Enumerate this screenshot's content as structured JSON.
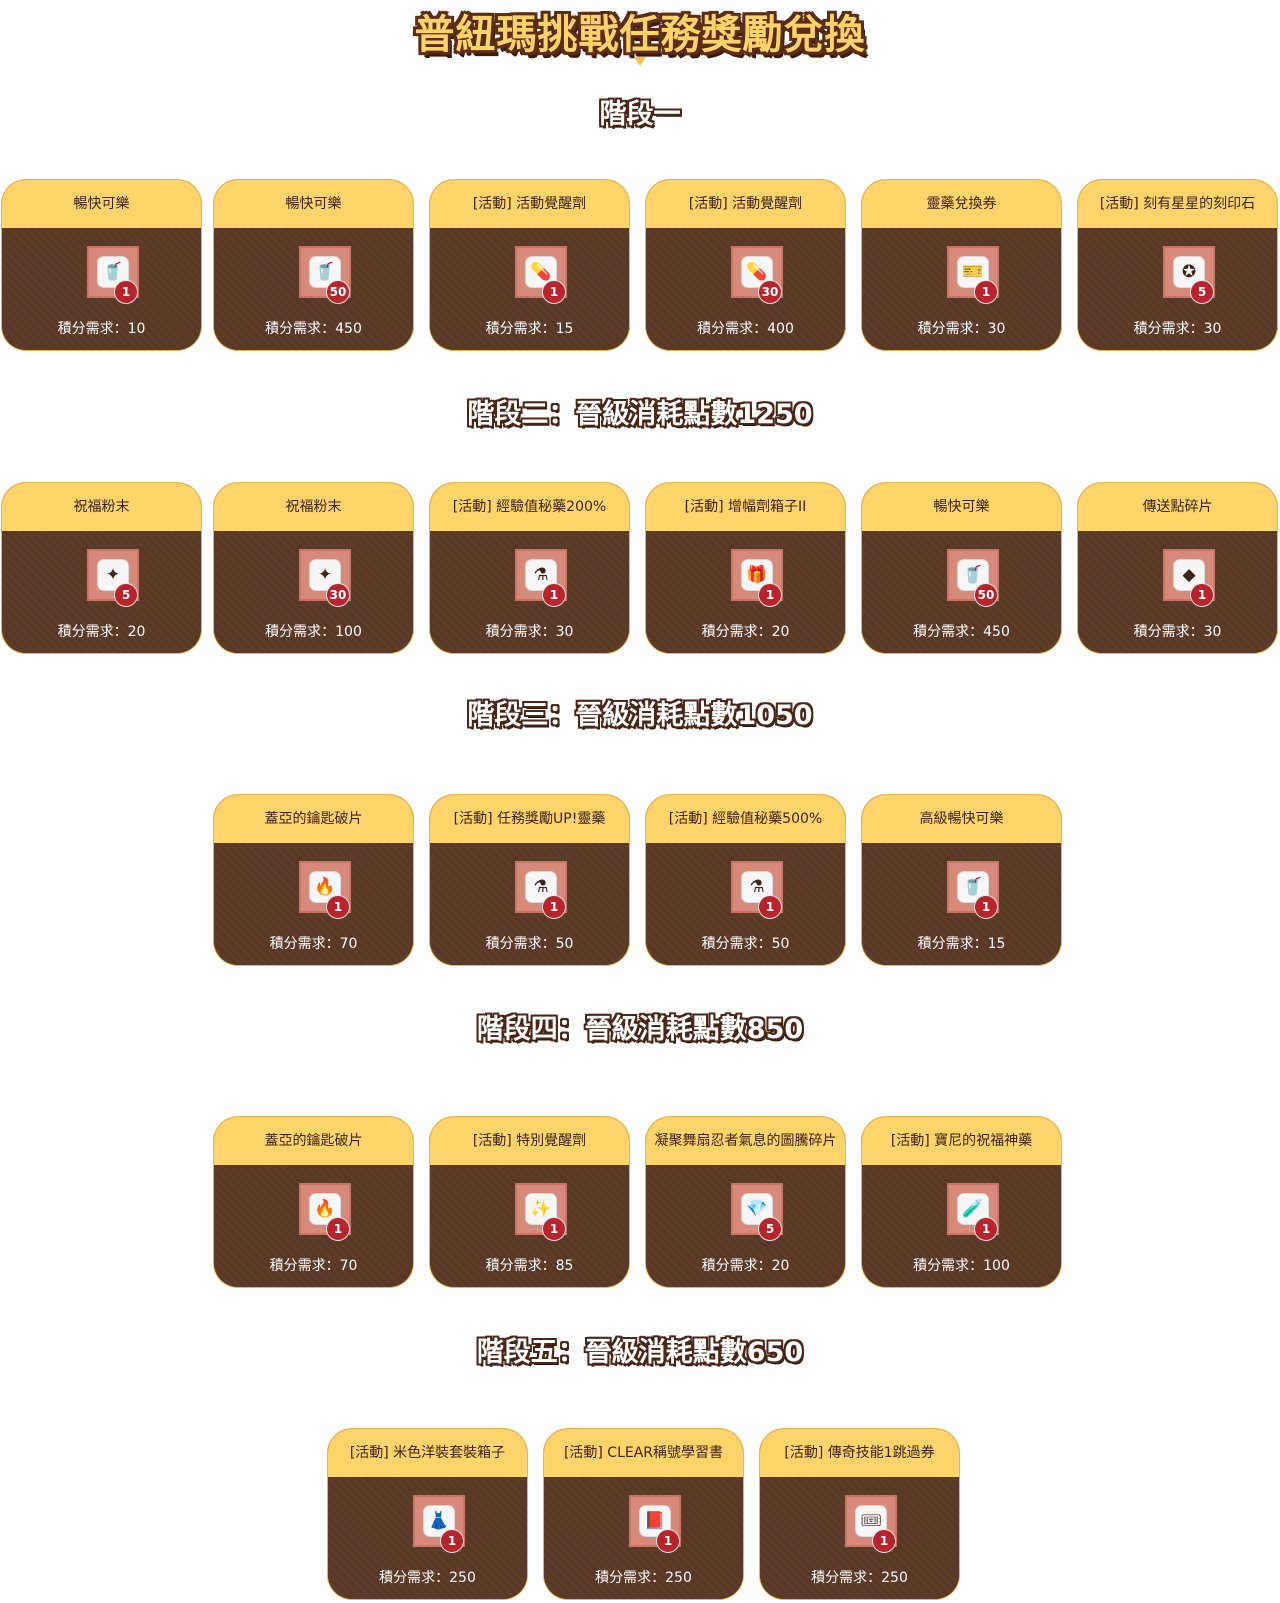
{
  "title": "普紐瑪挑戰任務獎勵兌換",
  "colors": {
    "card_header": "#ffd46b",
    "card_body": "#5a3826",
    "badge": "#b8232c",
    "icon_frame": "#d7897a"
  },
  "stages": [
    {
      "label": "階段一",
      "items": [
        {
          "name": "暢快可樂",
          "qty": "1",
          "cost": "積分需求：10",
          "icon": "cola-can-icon",
          "glyph": "🥤"
        },
        {
          "name": "暢快可樂",
          "qty": "50",
          "cost": "積分需求：450",
          "icon": "cola-can-icon",
          "glyph": "🥤"
        },
        {
          "name": "[活動] 活動覺醒劑",
          "qty": "1",
          "cost": "積分需求：15",
          "icon": "blue-capsule-icon",
          "glyph": "💊"
        },
        {
          "name": "[活動] 活動覺醒劑",
          "qty": "30",
          "cost": "積分需求：400",
          "icon": "blue-capsule-icon",
          "glyph": "💊"
        },
        {
          "name": "靈藥兌換券",
          "qty": "1",
          "cost": "積分需求：30",
          "icon": "elixir-ticket-icon",
          "glyph": "🎫"
        },
        {
          "name": "[活動] 刻有星星的刻印石",
          "qty": "5",
          "cost": "積分需求：30",
          "icon": "star-stone-icon",
          "glyph": "✪"
        }
      ]
    },
    {
      "label": "階段二：晉級消耗點數1250",
      "items": [
        {
          "name": "祝福粉末",
          "qty": "5",
          "cost": "積分需求：20",
          "icon": "blessing-powder-icon",
          "glyph": "✦"
        },
        {
          "name": "祝福粉末",
          "qty": "30",
          "cost": "積分需求：100",
          "icon": "blessing-powder-icon",
          "glyph": "✦"
        },
        {
          "name": "[活動] 經驗值秘藥200%",
          "qty": "1",
          "cost": "積分需求：30",
          "icon": "exp-potion-icon",
          "glyph": "⚗"
        },
        {
          "name": "[活動] 增幅劑箱子II",
          "qty": "1",
          "cost": "積分需求：20",
          "icon": "amplifier-box-icon",
          "glyph": "🎁"
        },
        {
          "name": "暢快可樂",
          "qty": "50",
          "cost": "積分需求：450",
          "icon": "cola-can-icon",
          "glyph": "🥤"
        },
        {
          "name": "傳送點碎片",
          "qty": "1",
          "cost": "積分需求：30",
          "icon": "portal-shard-icon",
          "glyph": "◆"
        }
      ]
    },
    {
      "label": "階段三：晉級消耗點數1050",
      "items": [
        {
          "name": "蓋亞的鑰匙破片",
          "qty": "1",
          "cost": "積分需求：70",
          "icon": "gaia-key-shard-icon",
          "glyph": "🔥"
        },
        {
          "name": "[活動] 任務獎勵UP!靈藥",
          "qty": "1",
          "cost": "積分需求：50",
          "icon": "quest-reward-elixir-icon",
          "glyph": "⚗"
        },
        {
          "name": "[活動] 經驗值秘藥500%",
          "qty": "1",
          "cost": "積分需求：50",
          "icon": "exp-potion-icon",
          "glyph": "⚗"
        },
        {
          "name": "高級暢快可樂",
          "qty": "1",
          "cost": "積分需求：15",
          "icon": "premium-cola-icon",
          "glyph": "🥤"
        }
      ]
    },
    {
      "label": "階段四：晉級消耗點數850",
      "items": [
        {
          "name": "蓋亞的鑰匙破片",
          "qty": "1",
          "cost": "積分需求：70",
          "icon": "gaia-key-shard-icon",
          "glyph": "🔥"
        },
        {
          "name": "[活動] 特別覺醒劑",
          "qty": "1",
          "cost": "積分需求：85",
          "icon": "special-awakening-icon",
          "glyph": "✨"
        },
        {
          "name": "凝聚舞扇忍者氣息的圖騰碎片",
          "qty": "5",
          "cost": "積分需求：20",
          "icon": "totem-shard-icon",
          "glyph": "💎"
        },
        {
          "name": "[活動] 寶尼的祝福神藥",
          "qty": "1",
          "cost": "積分需求：100",
          "icon": "bonnie-potion-icon",
          "glyph": "🧪"
        }
      ]
    },
    {
      "label": "階段五：晉級消耗點數650",
      "items": [
        {
          "name": "[活動] 米色洋裝套裝箱子",
          "qty": "1",
          "cost": "積分需求：250",
          "icon": "dress-box-icon",
          "glyph": "👗"
        },
        {
          "name": "[活動] CLEAR稱號學習書",
          "qty": "1",
          "cost": "積分需求：250",
          "icon": "title-book-icon",
          "glyph": "📕"
        },
        {
          "name": "[活動] 傳奇技能1跳過券",
          "qty": "1",
          "cost": "積分需求：250",
          "icon": "skill-skip-ticket-icon",
          "glyph": "🎟"
        }
      ]
    }
  ]
}
